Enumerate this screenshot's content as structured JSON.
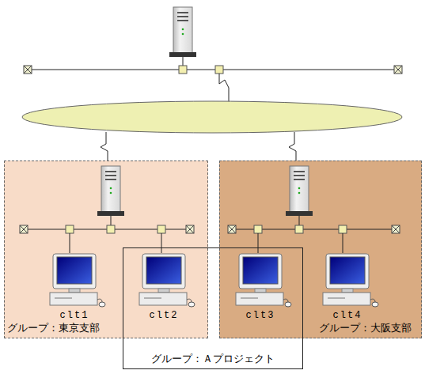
{
  "diagram": {
    "nodes": [
      {
        "text": [
          "グループ：東京支部"
        ]
      },
      {
        "text": [
          "clt1"
        ],
        "in": 0
      },
      {
        "text": [
          "clt2"
        ],
        "in": 0
      },
      {
        "text": [
          "グループ：大阪支部"
        ]
      },
      {
        "text": [
          "clt3"
        ],
        "in": 3
      },
      {
        "text": [
          "clt4"
        ],
        "in": 3
      },
      {
        "text": [
          "グループ：Ａプロジェクト"
        ]
      }
    ]
  }
}
